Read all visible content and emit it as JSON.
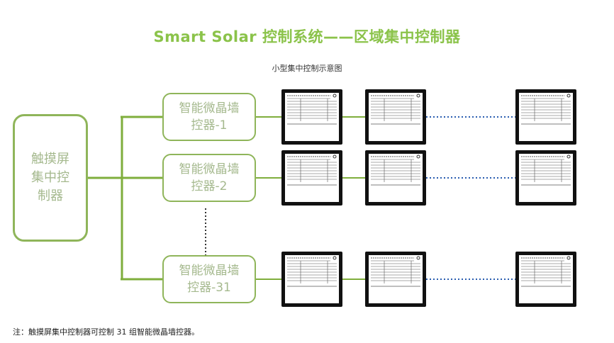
{
  "title": "Smart Solar 控制系统——区域集中控制器",
  "subtitle": "小型集中控制示意图",
  "main_controller": {
    "label": "触摸屏\n集中控\n制器"
  },
  "controllers": [
    {
      "label": "智能微晶墙\n控器-1"
    },
    {
      "label": "智能微晶墙\n控器-2"
    },
    {
      "label": "智能微晶墙\n控器-31"
    }
  ],
  "note": "注：触摸屏集中控制器可控制 31 组智能微晶墙控器。",
  "colors": {
    "accent": "#8bc34a",
    "box_border": "#8fb55a",
    "box_text": "#a5b98e",
    "dotted_link": "#2a5db0",
    "panel": "#111111"
  },
  "icons": {
    "panel": "wall-controller-panel-icon"
  }
}
